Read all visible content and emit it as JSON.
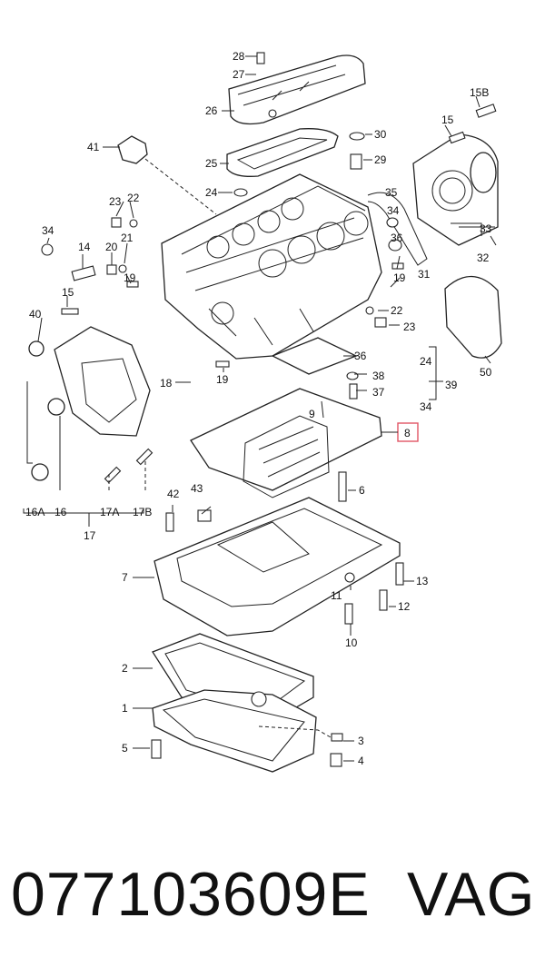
{
  "diagram": {
    "labels": {
      "l1": "1",
      "l2": "2",
      "l3": "3",
      "l4": "4",
      "l5": "5",
      "l6": "6",
      "l7": "7",
      "l8": "8",
      "l9": "9",
      "l10": "10",
      "l11": "11",
      "l12": "12",
      "l13": "13",
      "l14": "14",
      "l15": "15",
      "l15b": "15B",
      "l15s": "15",
      "l16": "16",
      "l16a": "16A",
      "l17": "17",
      "l17a": "17A",
      "l17b": "17B",
      "l18": "18",
      "l19a": "19",
      "l19b": "19",
      "l19c": "19",
      "l20": "20",
      "l21": "21",
      "l22a": "22",
      "l22b": "22",
      "l23a": "23",
      "l23b": "23",
      "l24a": "24",
      "l24b": "24",
      "l25": "25",
      "l26": "26",
      "l27": "27",
      "l28": "28",
      "l29": "29",
      "l30": "30",
      "l31": "31",
      "l32": "32",
      "l33": "33",
      "l34a": "34",
      "l34b": "34",
      "l34c": "34",
      "l35": "35",
      "l36": "36",
      "l37": "37",
      "l38": "38",
      "l39": "39",
      "l40": "40",
      "l41": "41",
      "l42": "42",
      "l43": "43",
      "l50": "50"
    },
    "highlighted_part": "8",
    "highlight_color": "#e05565"
  },
  "footer": {
    "part_number": "077103609E",
    "brand": "VAG"
  }
}
